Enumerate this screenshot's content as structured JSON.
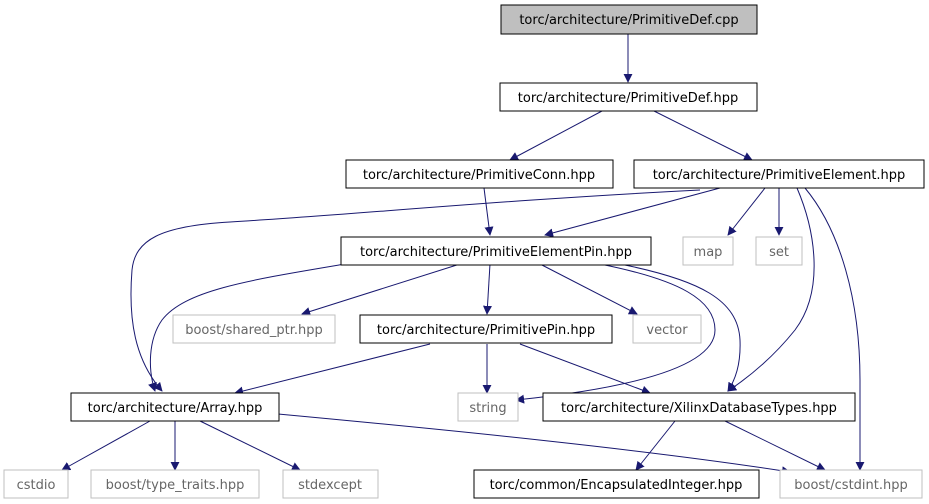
{
  "nodes": {
    "primitivedef_cpp": {
      "label": "torc/architecture/PrimitiveDef.cpp"
    },
    "primitivedef_hpp": {
      "label": "torc/architecture/PrimitiveDef.hpp"
    },
    "primitiveconn_hpp": {
      "label": "torc/architecture/PrimitiveConn.hpp"
    },
    "primitiveelement_hpp": {
      "label": "torc/architecture/PrimitiveElement.hpp"
    },
    "primitiveelementpin_hpp": {
      "label": "torc/architecture/PrimitiveElementPin.hpp"
    },
    "map": {
      "label": "map"
    },
    "set": {
      "label": "set"
    },
    "boost_shared_ptr": {
      "label": "boost/shared_ptr.hpp"
    },
    "primitivepin_hpp": {
      "label": "torc/architecture/PrimitivePin.hpp"
    },
    "vector": {
      "label": "vector"
    },
    "array_hpp": {
      "label": "torc/architecture/Array.hpp"
    },
    "string": {
      "label": "string"
    },
    "xilinxdatabasetypes_hpp": {
      "label": "torc/architecture/XilinxDatabaseTypes.hpp"
    },
    "cstdio": {
      "label": "cstdio"
    },
    "boost_type_traits": {
      "label": "boost/type_traits.hpp"
    },
    "stdexcept": {
      "label": "stdexcept"
    },
    "encapsulatedinteger_hpp": {
      "label": "torc/common/EncapsulatedInteger.hpp"
    },
    "boost_cstdint": {
      "label": "boost/cstdint.hpp"
    }
  },
  "colors": {
    "edge": "#191970",
    "root_fill": "#bfbfbf",
    "system_border": "#bfbfbf",
    "system_text": "#666666"
  }
}
